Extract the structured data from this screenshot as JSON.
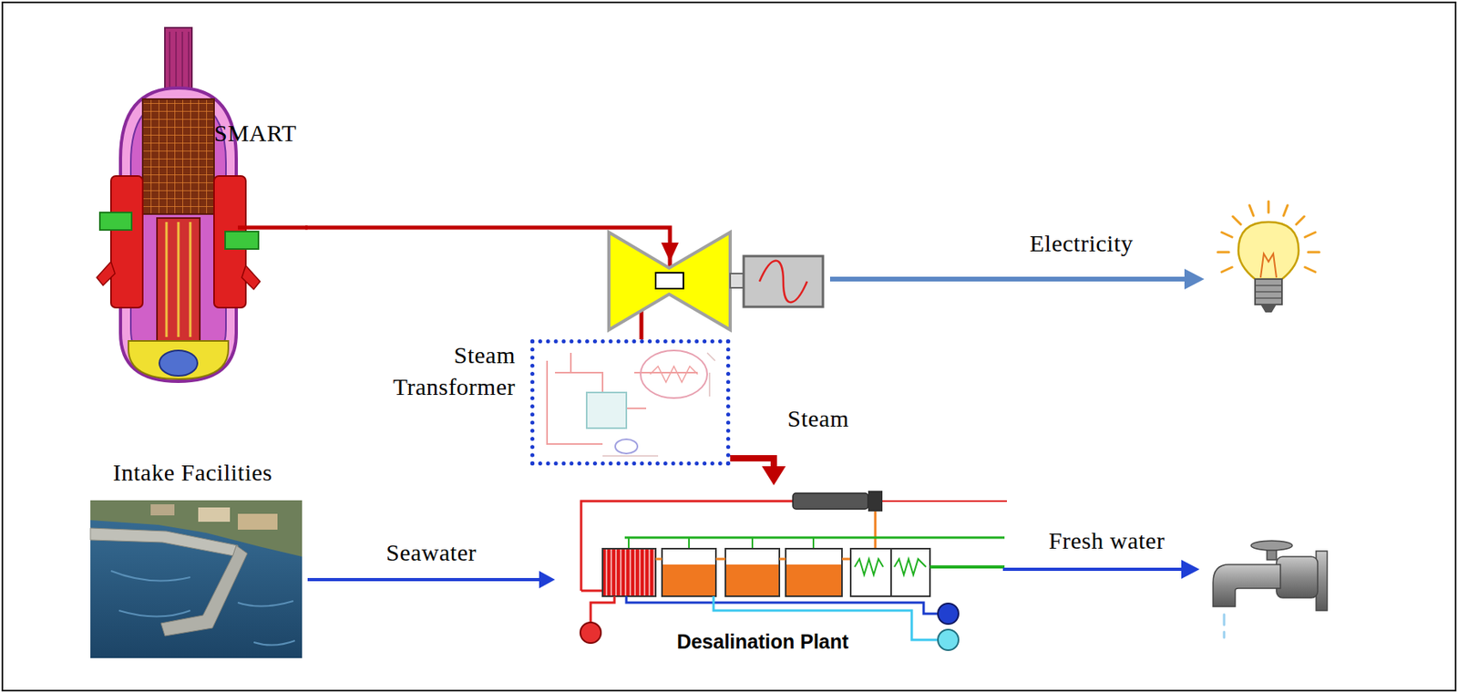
{
  "diagram": {
    "nodes": [
      {
        "text": [
          "SMART"
        ]
      },
      {
        "text": [
          "Steam Transformer"
        ]
      },
      {
        "text": [
          "Intake Facilities"
        ]
      },
      {
        "text": [
          "Desalination Plant"
        ]
      }
    ],
    "edges": [
      {
        "from": 0,
        "to": 1,
        "arrow": "none"
      },
      {
        "from": 1,
        "to": 3,
        "label": "Steam",
        "arrow": "to"
      },
      {
        "from": 2,
        "to": 3,
        "label": "Seawater",
        "arrow": "to"
      }
    ],
    "labels": [
      "Electricity",
      "Fresh water"
    ]
  }
}
